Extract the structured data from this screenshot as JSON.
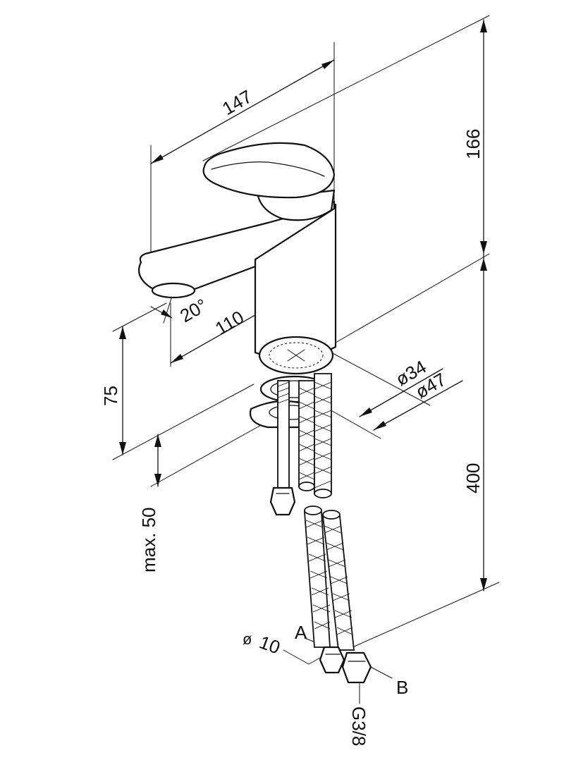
{
  "diagram": {
    "dimensions": {
      "total_depth": "147",
      "total_height": "166",
      "spout_reach": "110",
      "spout_height": "75",
      "spout_angle": "20°",
      "hose_length": "400",
      "max_deck_thickness": "max. 50",
      "hole_diameter": "ø34",
      "base_diameter": "ø47",
      "hose_diameter": "10",
      "hose_diameter_symbol": "ø",
      "thread": "G3/8"
    },
    "hose_labels": {
      "a": "A",
      "b": "B"
    }
  }
}
